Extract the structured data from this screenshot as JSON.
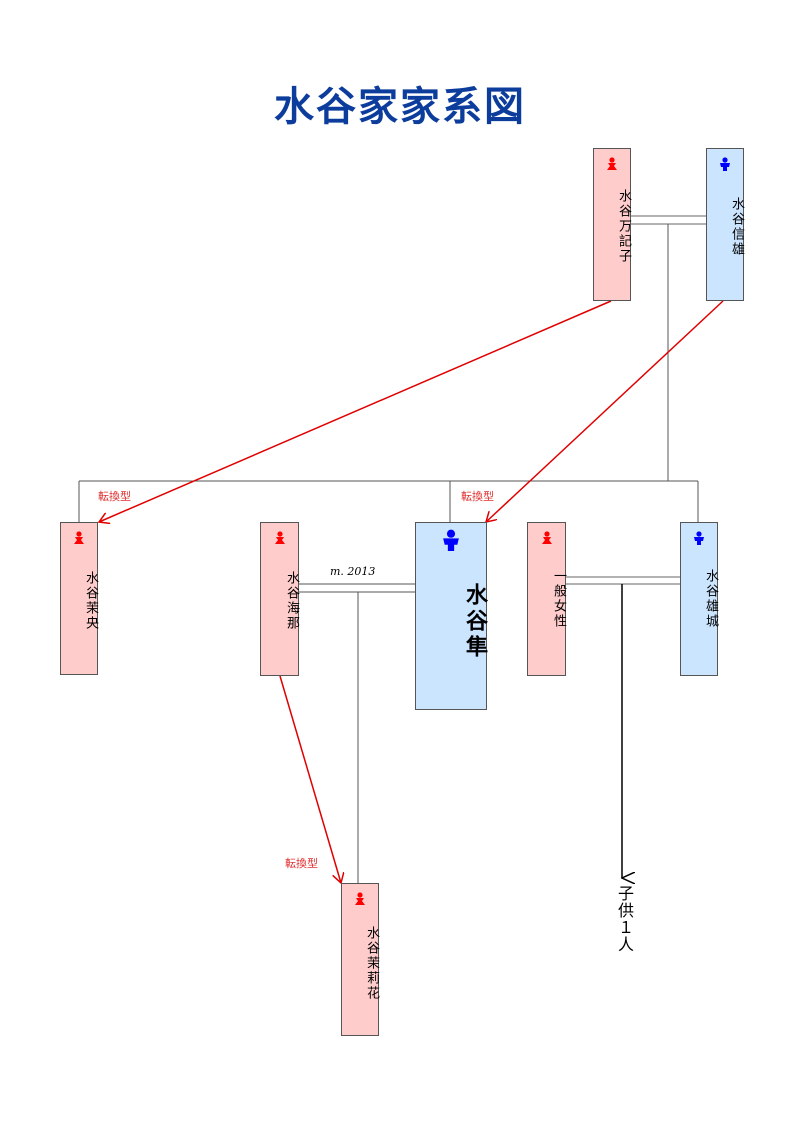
{
  "title": "水谷家家系図",
  "colors": {
    "female_fill": "#ffcccc",
    "male_fill": "#cce5ff",
    "female_icon": "#ff0000",
    "male_icon": "#0000ff",
    "arrow": "#e00000",
    "title": "#0d3d9c"
  },
  "people": {
    "makiko": {
      "name": "水谷万記子",
      "gender": "female"
    },
    "nobuo": {
      "name": "水谷信雄",
      "gender": "male"
    },
    "mao": {
      "name": "水谷茉央",
      "gender": "female"
    },
    "mina": {
      "name": "水谷海那",
      "gender": "female"
    },
    "hayato": {
      "name": "水谷隼",
      "gender": "male"
    },
    "ippan": {
      "name": "一般女性",
      "gender": "female"
    },
    "yuki": {
      "name": "水谷雄城",
      "gender": "male"
    },
    "marika": {
      "name": "水谷茉莉花",
      "gender": "female"
    }
  },
  "labels": {
    "transposition": "転換型",
    "marriage": "m. 2013",
    "children": "子供１人"
  }
}
